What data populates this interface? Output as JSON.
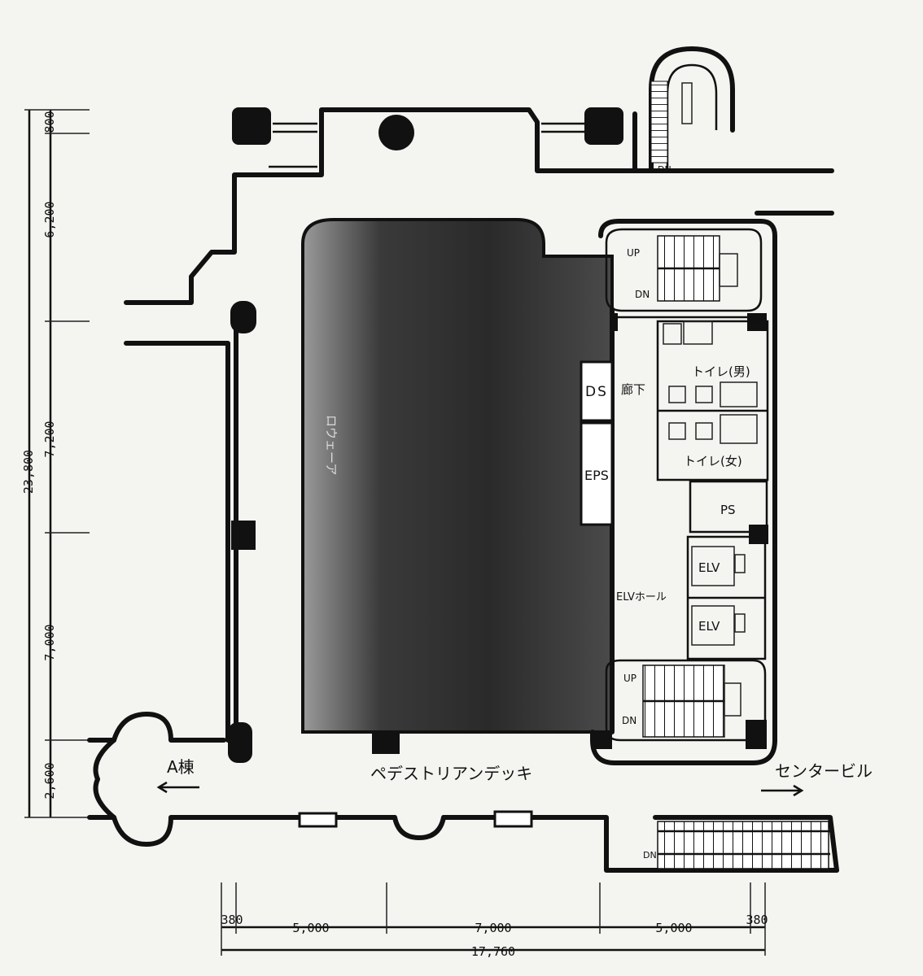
{
  "plan": {
    "dimensions_left": {
      "total": "23,800",
      "segments": [
        "800",
        "6,200",
        "7,200",
        "7,000",
        "2,600"
      ]
    },
    "dimensions_bottom": {
      "total": "17,760",
      "segments": [
        "380",
        "5,000",
        "7,000",
        "5,000",
        "380"
      ]
    },
    "rooms": {
      "ds": "DS",
      "eps": "EPS",
      "corridor": "廊下",
      "toilet_men": "トイレ(男)",
      "toilet_women": "トイレ(女)",
      "ps": "PS",
      "elv_1": "ELV",
      "elv_2": "ELV",
      "elv_hall": "ELVホール",
      "office_area": "ロウェーア"
    },
    "stairs": {
      "up_top": "UP",
      "dn_top": "DN",
      "up_bottom": "UP",
      "dn_bottom": "DN",
      "dn_spiral": "DN",
      "dn_deck": "DN"
    },
    "labels": {
      "a_building": "A棟",
      "pedestrian_deck": "ペデストリアンデッキ",
      "center_building": "センタービル"
    }
  }
}
